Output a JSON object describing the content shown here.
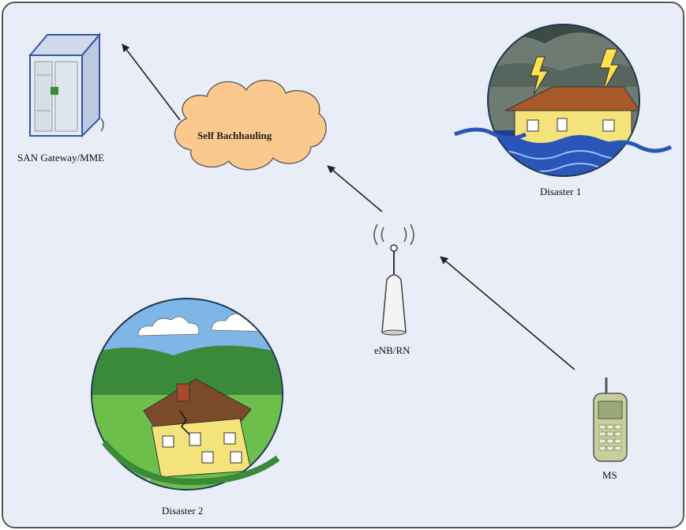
{
  "diagram": {
    "background_color": "#e8edf7",
    "border_color": "#555555",
    "arrow_color": "#222222",
    "nodes": {
      "gateway": {
        "label": "SAN Gateway/MME",
        "icon": "server-cabinet-icon"
      },
      "cloud": {
        "label": "Self Bachhauling",
        "icon": "cloud-icon",
        "fill": "#fbc98e"
      },
      "enb": {
        "label": "eNB/RN",
        "icon": "antenna-tower-icon"
      },
      "ms": {
        "label": "MS",
        "icon": "mobile-phone-icon"
      },
      "disaster1": {
        "label": "Disaster 1",
        "icon": "flood-house-icon"
      },
      "disaster2": {
        "label": "Disaster 2",
        "icon": "earthquake-house-icon"
      }
    }
  }
}
